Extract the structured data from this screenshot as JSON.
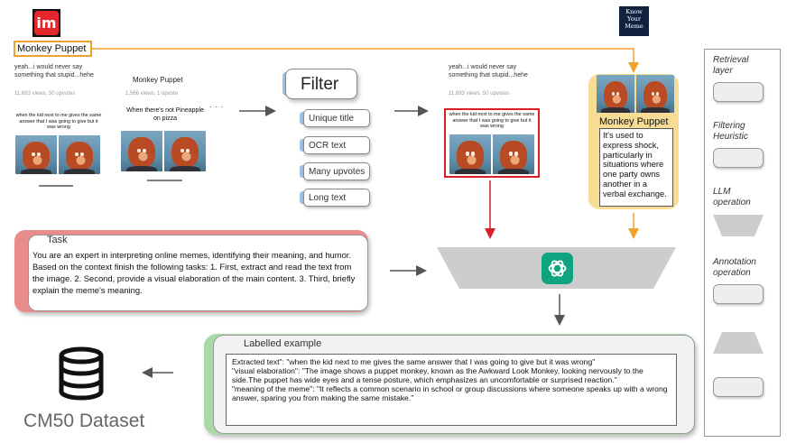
{
  "colors": {
    "retrieval": "#f7dc95",
    "filtering": "#9cc3e8",
    "annotation_task": "#e98c8c",
    "annotation_example": "#a9d9a6",
    "selection_border": "#d81f26",
    "retrieval_arrow": "#f2a02c",
    "gpt_green": "#10a37f"
  },
  "logos": {
    "source_logo": "im",
    "kym_logo_lines": [
      "Know",
      "Your",
      "Meme"
    ]
  },
  "source": {
    "post1_title": "Monkey Puppet",
    "post1_text": "yeah...i would never say something that stupid...hehe",
    "post1_meta": "11,693 views, 50 upvotes",
    "post1_caption": "when the kid next to me gives the same answer that I was going to give but it was wrong",
    "post2_title": "Monkey Puppet",
    "post2_meta": "1,566 views, 1 upvote",
    "post2_caption": "When there's not Pineapple on pizza",
    "ellipsis": "· · ·"
  },
  "filter": {
    "title": "Filter",
    "items": [
      "Unique title",
      "OCR text",
      "Many upvotes",
      "Long text"
    ]
  },
  "selected": {
    "text": "yeah...i would never say something that stupid...hehe",
    "meta": "11,693 views, 50 upvotes",
    "caption": "when the kid next to me gives the same answer that I was going to give but it was wrong"
  },
  "kym": {
    "title": "Monkey Puppet",
    "description": "It's used to express shock, particularly in situations where one party owns another in a verbal exchange."
  },
  "task": {
    "label": "Task",
    "text": "You are an expert in interpreting online memes, identifying their meaning, and humor. Based on the context finish the following tasks: 1. First, extract and read the text from the image. 2. Second, provide a visual elaboration of the main content. 3. Third, briefly explain the meme's meaning."
  },
  "labelled": {
    "label": "Labelled example",
    "line1": "Extracted text\": \"when the kid next to me gives the same answer that I was going to give but it was wrong\"",
    "line2": "\"visual elaboration\": \"The image shows a puppet monkey, known as the Awkward Look Monkey, looking nervously to the side.The puppet has wide eyes and a tense posture, which emphasizes an uncomfortable or surprised reaction.\"",
    "line3": "\"meaning of the meme\": \"It reflects a common scenario in school or group discussions where someone speaks up with a wrong answer, sparing you from making the same mistake.\""
  },
  "dataset": {
    "label": "CM50 Dataset"
  },
  "legend": {
    "retrieval": "Retrieval layer",
    "filtering": "Filtering Heuristic",
    "llm": "LLM operation",
    "annotation": "Annotation operation"
  }
}
